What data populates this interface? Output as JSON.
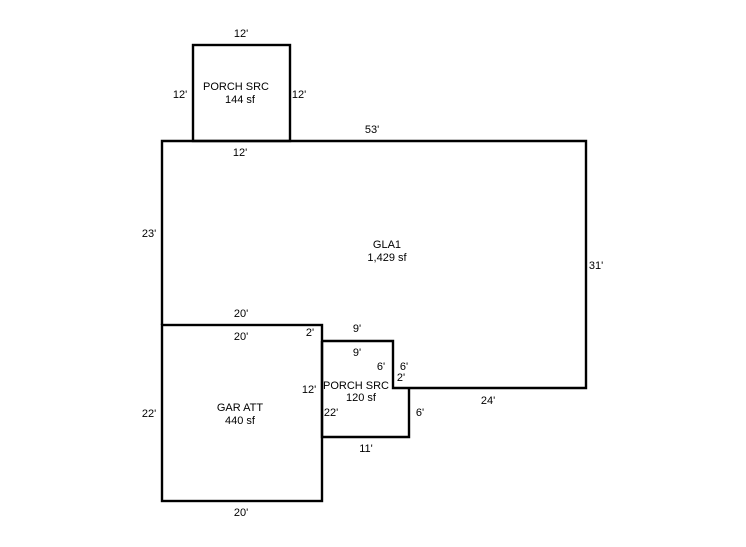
{
  "areas": {
    "porch_top": {
      "name": "PORCH SRC",
      "area": "144 sf"
    },
    "gla": {
      "name": "GLA1",
      "area": "1,429 sf"
    },
    "garage": {
      "name": "GAR ATT",
      "area": "440 sf"
    },
    "porch_small": {
      "name": "PORCH SRC",
      "area": "120 sf"
    }
  },
  "dimensions": {
    "porch_top_top": "12'",
    "porch_top_left": "12'",
    "porch_top_right": "12'",
    "porch_top_bottom": "12'",
    "gla_top": "53'",
    "gla_left": "23'",
    "gla_right": "31'",
    "gla_bottom_left": "20'",
    "gla_bottom_right": "24'",
    "garage_top": "20'",
    "garage_left": "22'",
    "garage_right": "22'",
    "garage_bottom": "20'",
    "notch_top_outer": "9'",
    "notch_top_inner": "9'",
    "notch_step_top": "2'",
    "notch_step_inner": "2'",
    "notch_right_outer": "6'",
    "notch_right_inner": "6'",
    "porch_small_left": "12'",
    "porch_small_right": "6'",
    "porch_small_bottom": "11'"
  },
  "colors": {
    "line": "#000000",
    "background": "#ffffff"
  }
}
